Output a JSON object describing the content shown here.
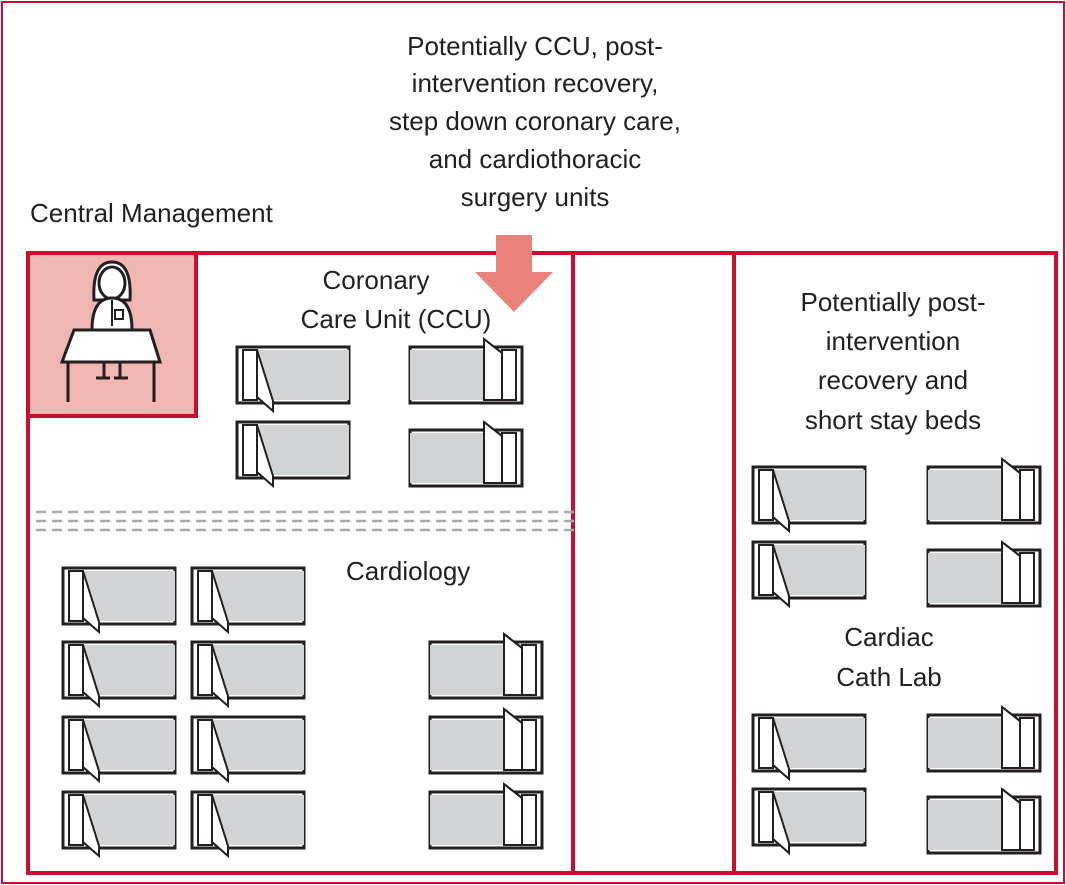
{
  "labels": {
    "top_note": [
      "Potentially CCU, post-",
      "intervention recovery,",
      "step down coronary care,",
      "and cardiothoracic",
      "surgery units"
    ],
    "central_management": "Central Management",
    "ccu": [
      "Coronary",
      "Care Unit (CCU)"
    ],
    "cardiology": "Cardiology",
    "right_note": [
      "Potentially post-",
      "intervention",
      "recovery and",
      "short stay beds"
    ],
    "cath_lab": [
      "Cardiac",
      "Cath Lab"
    ]
  },
  "colors": {
    "frame": "#c8102e",
    "arrow": "#e8827a",
    "management_fill": "#f0b6b1",
    "bed_fill": "#d1d3d4",
    "divider": "#a7a9ac",
    "text": "#231f20"
  },
  "icons": {
    "staff": "person-at-desk-icon",
    "bed": "hospital-bed-icon",
    "arrow": "arrow-down-icon"
  }
}
